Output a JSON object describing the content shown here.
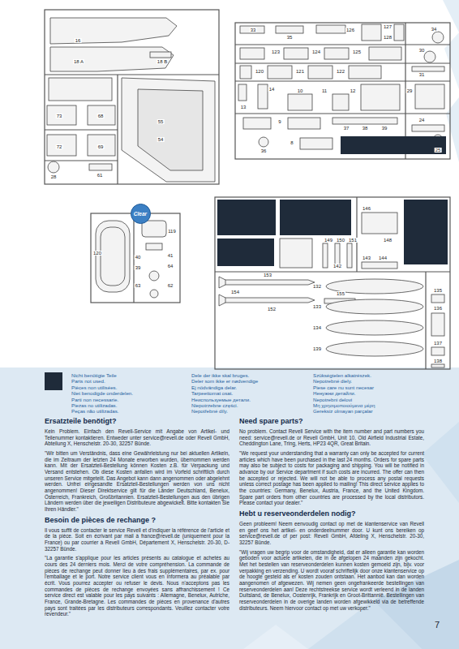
{
  "diagram": {
    "nodes": [
      {
        "text": [
          "Clear"
        ]
      }
    ],
    "labels": [
      "16",
      "18 A",
      "18 B",
      "55",
      "54",
      "73",
      "68",
      "72",
      "69",
      "28",
      "61",
      "33",
      "35",
      "126",
      "127",
      "128",
      "34",
      "123",
      "124",
      "125",
      "30",
      "120",
      "121",
      "122",
      "31",
      "13",
      "14",
      "10",
      "11",
      "12",
      "29",
      "9",
      "37",
      "38",
      "39",
      "24",
      "25",
      "36",
      "8",
      "119",
      "120",
      "40",
      "41",
      "39",
      "64",
      "63",
      "62",
      "146",
      "148",
      "149",
      "150",
      "151",
      "144",
      "143",
      "142",
      "153",
      "154",
      "152",
      "155",
      "132",
      "133",
      "134",
      "135",
      "136",
      "137",
      "138",
      "139",
      "Ersatzteile benötigt?",
      "Kein Problem. Einfach den Revell-Service mit Angabe von Artikel- und Teilenummer kontaktieren. Entweder unter service@revell.de oder Revell GmbH, Abteilung X, Henschelstr. 20-30, 32257 Bünde.",
      "\"Wir bitten um Verständnis, dass eine Gewährleistung nur bei aktuellen Artikeln, die im Zeitraum der letzten 24 Monate erworben wurden, übernommen werden kann. Mit der Ersatzteil-Bestellung können Kosten z.B. für Verpackung und Versand entstehen. Ob diese Kosten anfallen wird im Vorfeld schriftlich durch unseren Service mitgeteilt. Das Angebot kann dann angenommen oder abgelehnt werden. Unfrei eingesandte Ersatzteil-Bestellungen werden von uns nicht angenommen! Dieser Direktservice gilt für die Länder Deutschland, Benelux, Österreich, Frankreich, Großbritannien. Ersatzteil-Bestellungen aus den übrigen Ländern werden über die jeweiligen Distributeure abgewickelt. Bitte kontakten Sie Ihren Händler.\"",
      "Besoin de pièces de rechange ?",
      "Il vous suffit de contacter le service Revell et d'indiquer la référence de l'article et de la pièce. Soit en écrivant par mail à france@revell.de (uniquement pour la France) ou par courrier à Revell GmbH, Département X, Henschelstr. 20-30, D-32257 Bünde.",
      "\"La garantie s'applique pour les articles présents au catalogue et achetés au cours des 24 derniers mois. Merci de votre compréhension. La commande de pièces de rechange peut donner lieu à des frais supplémentaires, par ex. pour l'emballage et le port. Notre service client vous en informera au préalable par écrit. Vous pourrez accepter ou refuser le devis. Nous n'acceptons pas les commandes de pièces de rechange envoyées sans affranchissement ! Ce service direct est valable pour les pays suivants : Allemagne, Benelux, Autriche, France, Grande-Bretagne. Les commandes de pièces en provenance d'autres pays sont traitées par les distributeurs correspondants. Veuillez contacter votre revendeur.\"",
      "Need spare parts?",
      "No problem. Contact Revell Service with the item number and part numbers you need: service@revell.de or Revell GmbH, Unit 10, Old Airfield Industrial Estate, Cheddington Lane, Tring, Herts, HP23 4QR, Great Britain.",
      "\"We request your understanding that a warranty can only be accepted for current articles which have been purchased in the last 24 months. Orders for spare parts may also be subject to costs for packaging and shipping. You will be notified in advance by our Service department if such costs are incurred. The offer can then be accepted or rejected. We will not be able to process any postal requests unless correct postage has been applied to mailing! This direct service applies to the countries: Germany, Benelux, Austria, France, and the United Kingdom. Spare part orders from other countries are processed by the local distributors. Please contact your dealer.\"",
      "Hebt u reserveonderdelen nodig?",
      "Geen probleem! Neem eenvoudig contact op met de klantenservice van Revell en geef ons het artikel- en onderdeelnummer door. U kunt ons bereiken op service@revell.de of per post: Revell GmbH, Afdeling X, Henschelstr. 20-30, 32257 Bünde.",
      "\"Wij vragen uw begrip voor de omstandigheid, dat er alleen garantie kan worden geboden voor actuele artikelen, die in de afgelopen 24 maanden zijn gekocht. Met het bestellen van reserveonderdelen kunnen kosten gemoeid zijn, bijv. voor verpakking en verzending. U wordt vooraf schriftelijk door onze klantenservice op de hoogte gesteld als er kosten zouden ontstaan. Het aanbod kan dan worden aangenomen of afgewezen. Wij nemen geen ongefrankeerde bestellingen van reserveonderdelen aan! Deze rechtstreekse service wordt verleend in de landen Duitsland, de Benelux, Oostenrijk, Frankrijk en Groot-Brittannië. Bestellingen van reserveonderdelen in de overige landen worden afgewikkeld via de betreffende distributeurs. Neem hiervoor contact op met uw verkoper.\"",
      "7"
    ],
    "legend": [
      {
        "text": "Nicht benötigte Teile",
        "color": "#1f2b3a"
      },
      {
        "text": "Parts not used."
      },
      {
        "text": "Pièces non utilisées."
      },
      {
        "text": "Niet benodigde onderdelen."
      },
      {
        "text": "Parti non necessarie."
      },
      {
        "text": "Piezas no utilizadas."
      },
      {
        "text": "Peças não utilizadas."
      },
      {
        "text": "Dele der ikke skal bruges."
      },
      {
        "text": "Deler som ikke er nødvendige"
      },
      {
        "text": "Ej nödvändiga delar."
      },
      {
        "text": "Tarpeettomat osat."
      },
      {
        "text": "Неиспользуемые детали."
      },
      {
        "text": "Niepotrzebne części."
      },
      {
        "text": "Nepotřebné díly."
      },
      {
        "text": "Szükségtelen alkatrészek."
      },
      {
        "text": "Nepotrebné diely."
      },
      {
        "text": "Piese care nu sunt necesar"
      },
      {
        "text": "Ненужни детайли."
      },
      {
        "text": "Nepotrebni delovi"
      },
      {
        "text": "Μη χρησιμοποιούμενα μέρη"
      },
      {
        "text": "Gereksiz olmayan parçalar"
      }
    ]
  }
}
